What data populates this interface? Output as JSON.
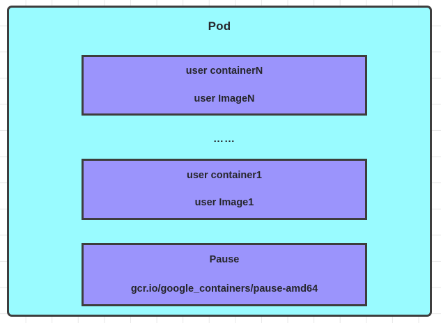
{
  "diagram": {
    "title": "Pod",
    "ellipsis": "……",
    "colors": {
      "pod_fill": "#99fbff",
      "container_fill": "#9b94fc",
      "border": "#3d3d3d",
      "text": "#26262b",
      "grid_line": "#e8e8e8",
      "background": "#ffffff"
    },
    "containers": [
      {
        "name": "user containerN",
        "image": "user ImageN"
      },
      {
        "name": "user container1",
        "image": "user Image1"
      },
      {
        "name": "Pause",
        "image": "gcr.io/google_containers/pause-amd64"
      }
    ]
  }
}
